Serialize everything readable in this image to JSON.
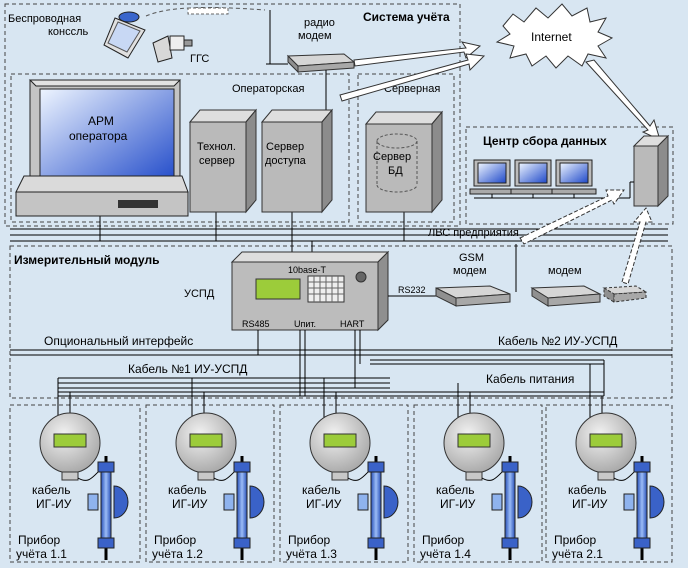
{
  "zones": {
    "accounting_system": "Система учёта",
    "operator_room": "Операторская",
    "server_room": "Серверная",
    "data_center": "Центр сбора данных",
    "measuring_module": "Измерительный модуль"
  },
  "devices": {
    "wireless_console": [
      "Беспроводная",
      "конссль"
    ],
    "ggs": "ГГС",
    "radio_modem": [
      "радио",
      "модем"
    ],
    "internet": "Internet",
    "workstation": [
      "АРМ",
      "оператора"
    ],
    "tech_server": [
      "Технол.",
      "сервер"
    ],
    "access_server": [
      "Сервер",
      "доступа"
    ],
    "db_server": [
      "Сервер",
      "БД"
    ],
    "lan_label": "ЛВС предприятия",
    "uspd": "УСПД",
    "uspd_10base": "10base-T",
    "uspd_rs485": "RS485",
    "uspd_upit": "Uпит.",
    "uspd_hart": "HART",
    "rs232": "RS232",
    "gsm_modem": [
      "GSM",
      "модем"
    ],
    "modem": "модем"
  },
  "cables": {
    "optional_interface": "Опциональный интерфейс",
    "cable1": "Кабель №1 ИУ-УСПД",
    "cable2": "Кабель №2 ИУ-УСПД",
    "power_cable": "Кабель питания"
  },
  "meters": [
    {
      "cable": [
        "кабель",
        "ИГ-ИУ"
      ],
      "device": [
        "Прибор",
        "учёта 1.1"
      ]
    },
    {
      "cable": [
        "кабель",
        "ИГ-ИУ"
      ],
      "device": [
        "Прибор",
        "учёта 1.2"
      ]
    },
    {
      "cable": [
        "кабель",
        "ИГ-ИУ"
      ],
      "device": [
        "Прибор",
        "учёта 1.3"
      ]
    },
    {
      "cable": [
        "кабель",
        "ИГ-ИУ"
      ],
      "device": [
        "Прибор",
        "учёта 1.4"
      ]
    },
    {
      "cable": [
        "кабель",
        "ИГ-ИУ"
      ],
      "device": [
        "Прибор",
        "учёта 2.1"
      ]
    }
  ],
  "colors": {
    "background": "#d8e6f2",
    "device_gray": "#b8b8b8",
    "lcd_green": "#9ccc3a",
    "meter_blue": "#3a62c8",
    "cloud_white": "#ffffff"
  }
}
